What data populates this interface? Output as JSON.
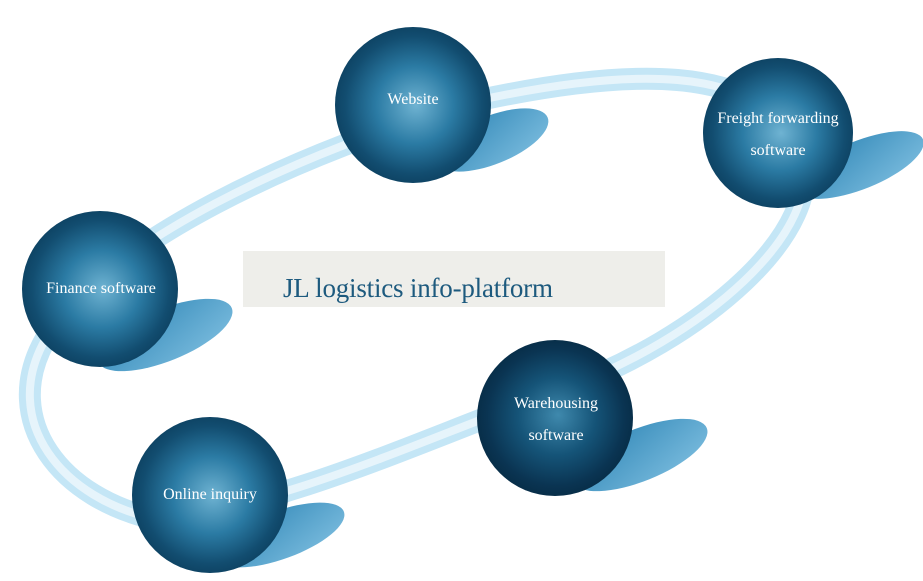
{
  "center": {
    "title": "JL logistics info-platform"
  },
  "nodes": [
    {
      "id": "website",
      "lines": [
        "Website"
      ]
    },
    {
      "id": "freight-forwarding-software",
      "lines": [
        "Freight forwarding",
        "software"
      ]
    },
    {
      "id": "finance-software",
      "lines": [
        "Finance software"
      ]
    },
    {
      "id": "warehousing-software",
      "lines": [
        "Warehousing",
        "software"
      ]
    },
    {
      "id": "online-inquiry",
      "lines": [
        "Online inquiry"
      ]
    }
  ],
  "colors": {
    "ring": "#c4e6f6",
    "ring_inner": "#e6f4fb",
    "sphere_light": "#6fb3d2",
    "sphere_mid": "#1f6f99",
    "sphere_dark": "#0b3d5c",
    "sphere_darkest": "#062a42",
    "shadow": "#4f9ec8",
    "center_box": "#eeeeea",
    "center_text": "#1d5a7e"
  }
}
